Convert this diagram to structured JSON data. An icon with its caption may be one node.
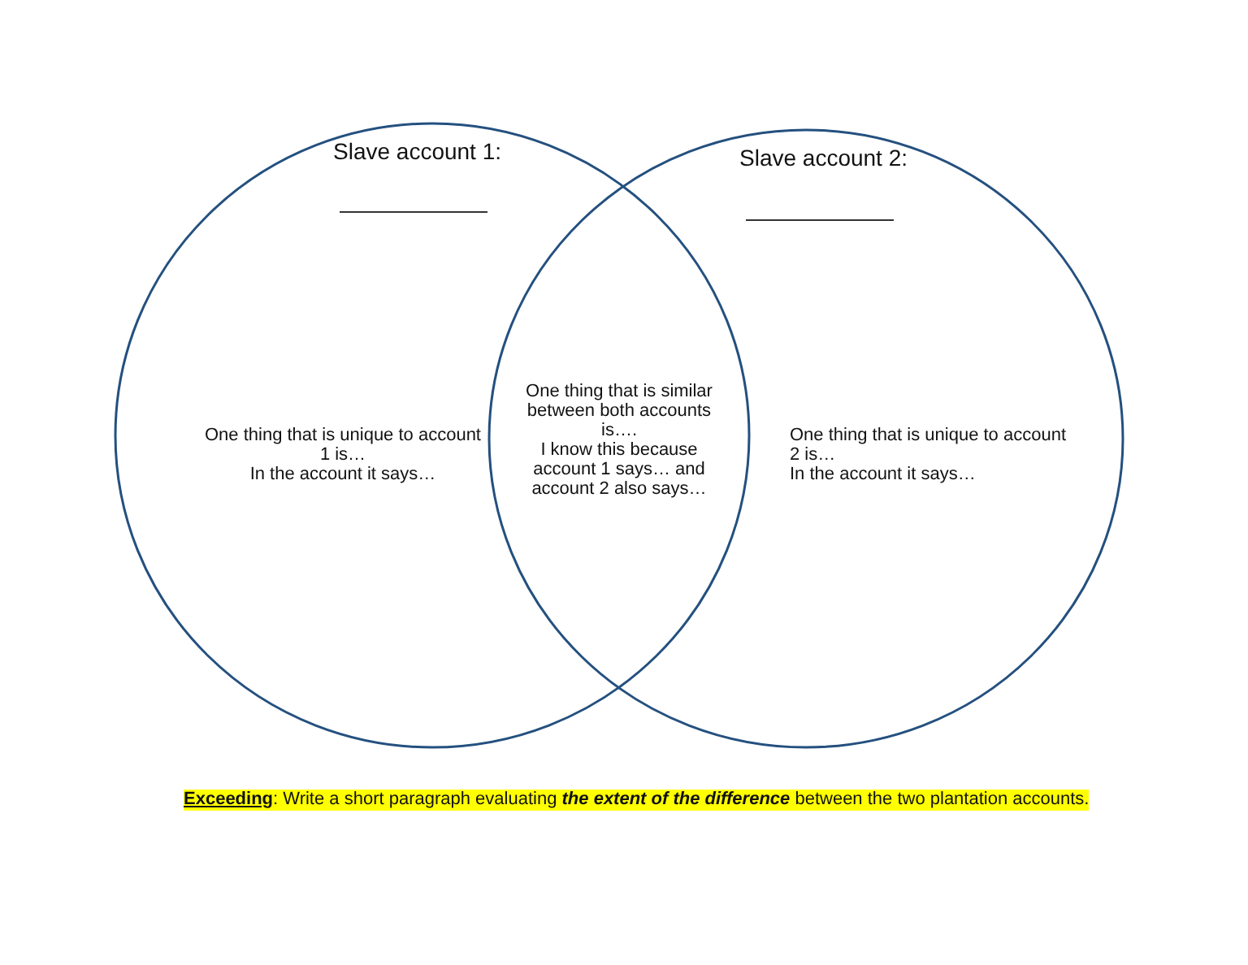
{
  "diagram": {
    "nodes": [
      {
        "text": [
          "Slave account 1:",
          "One thing that is unique to account 1 is…",
          "In the account it says…"
        ]
      },
      {
        "text": [
          "Slave account 2:",
          "One thing that is unique to account 2 is…",
          "In the account it says…"
        ]
      },
      {
        "text": [
          "One thing that is similar between both accounts is….",
          "I know this because account 1 says… and account 2 also says…"
        ]
      }
    ],
    "edges": [],
    "labels": [
      "**Exceeding**: Write a short paragraph evaluating *the extent of the difference* between the two plantation accounts."
    ]
  }
}
